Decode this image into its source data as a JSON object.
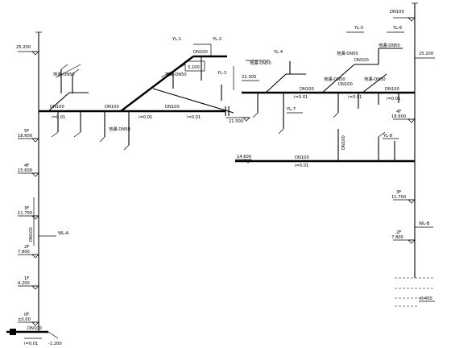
{
  "drawing": {
    "left_riser": {
      "top_level": "25.200",
      "floors": [
        {
          "floor": "5F",
          "elev": "18.600"
        },
        {
          "floor": "4F",
          "elev": "15.600"
        },
        {
          "floor": "3F",
          "elev": "11.700"
        },
        {
          "floor": "2F",
          "elev": "7.800"
        },
        {
          "floor": "1F",
          "elev": "4.200"
        },
        {
          "floor": "0F",
          "elev": "±0.00"
        }
      ],
      "riser_tag": "WL-A",
      "riser_dim": "DN100",
      "base_pipe": "DN100",
      "base_level": "-1.200",
      "base_slope": "i=0.01"
    },
    "right_riser": {
      "top_label": "DN100",
      "top_level": "25.200",
      "floors": [
        {
          "floor": "4F",
          "elev": "18.600"
        },
        {
          "floor": "3F",
          "elev": "11.700"
        },
        {
          "floor": "2F",
          "elev": "7.800"
        }
      ],
      "riser_tag": "WL-B",
      "bottom_label": "-0.450"
    },
    "main_left": {
      "pipe_labels": [
        "DN100",
        "DN100",
        "DN100",
        "DN100"
      ],
      "slopes": [
        "i=0.01",
        "i=0.01",
        "i=0.01"
      ],
      "branch_tags": [
        "YL-1",
        "YL-2",
        "YL-3"
      ],
      "level": "21.500",
      "elev_box": "3.100",
      "level_right": "22.300"
    },
    "main_right": {
      "pipe_labels": [
        "DN100",
        "DN100",
        "DN100",
        "DN100"
      ],
      "slopes": [
        "i=0.01",
        "i=0.01",
        "i=0.01"
      ],
      "branch_tags": [
        "YL-4",
        "YL-5",
        "YL-6",
        "YL-7"
      ],
      "level_left": "22.300"
    },
    "lower_branch": {
      "level_left": "14.600",
      "pipe_label": "DN100",
      "slope": "i=0.01",
      "riser_label": "DN100",
      "tag": "YL-8"
    },
    "notes": [
      "地漏-DN50",
      "地漏-DN50",
      "地漏-DN50",
      "地漏-DN50",
      "地漏-DN50",
      "地漏-DN50",
      "地漏-DN50",
      "地漏-DN50"
    ]
  }
}
